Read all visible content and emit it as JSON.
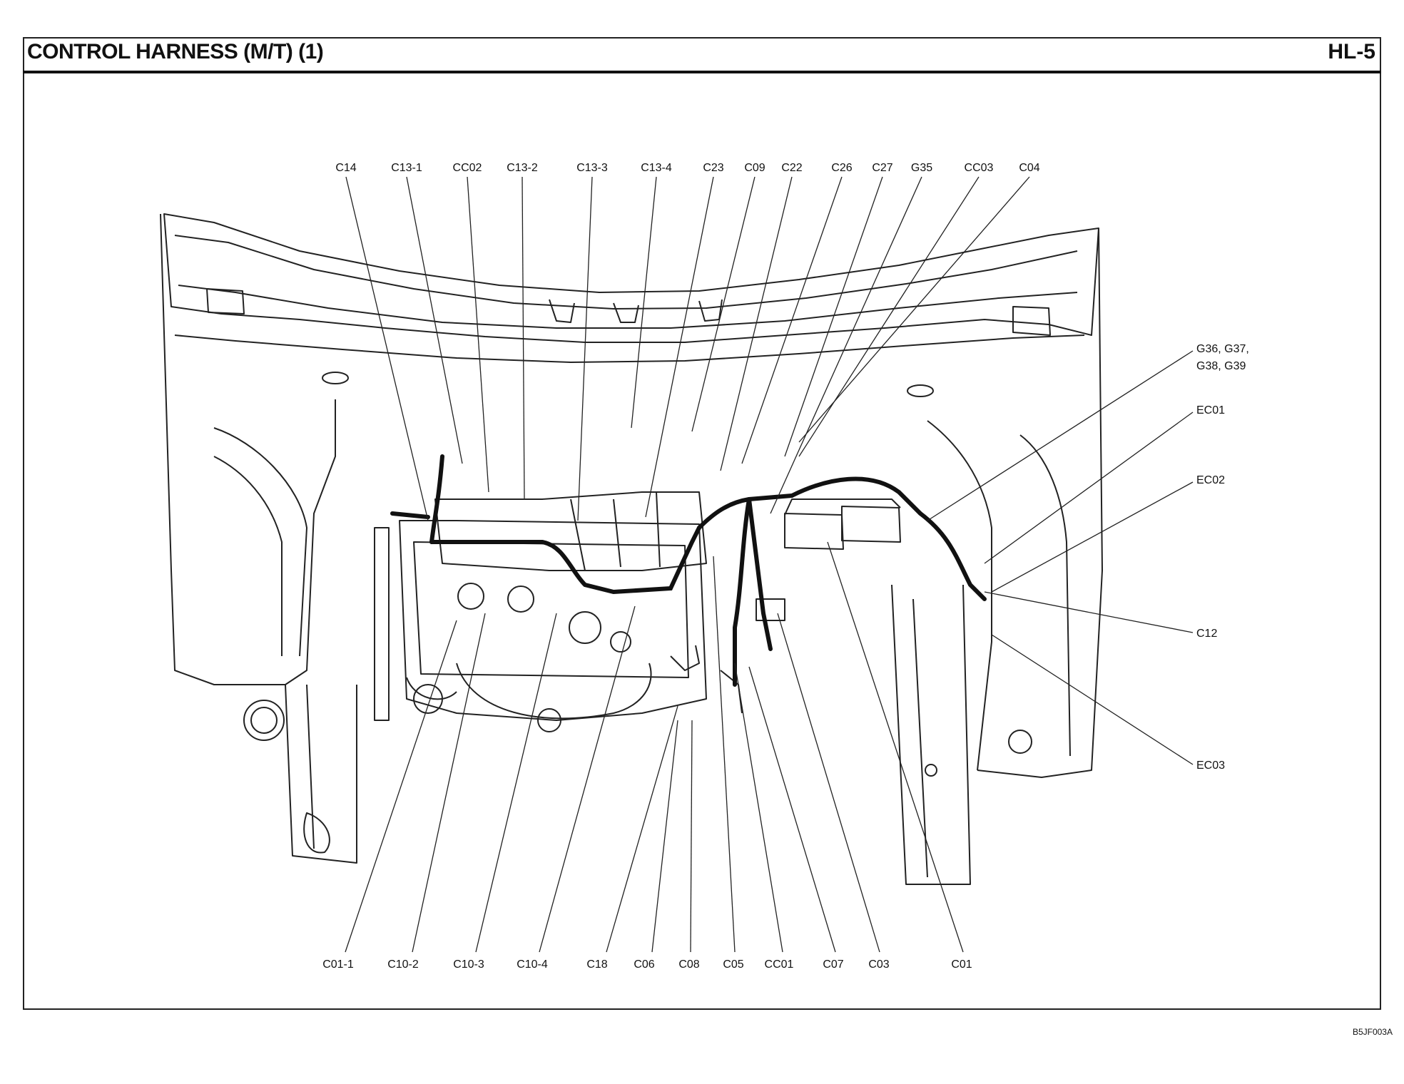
{
  "header": {
    "title": "CONTROL HARNESS (M/T) (1)",
    "page_code": "HL-5"
  },
  "figure_id": "B5JF003A",
  "top_labels": [
    "C14",
    "C13-1",
    "CC02",
    "C13-2",
    "C13-3",
    "C13-4",
    "C23",
    "C09",
    "C22",
    "C26",
    "C27",
    "G35",
    "CC03",
    "C04"
  ],
  "right_labels": [
    "G36, G37,",
    "G38, G39",
    "EC01",
    "EC02",
    "C12",
    "EC03"
  ],
  "bottom_labels": [
    "C01-1",
    "C10-2",
    "C10-3",
    "C10-4",
    "C18",
    "C06",
    "C08",
    "C05",
    "CC01",
    "C07",
    "C03",
    "C01"
  ]
}
